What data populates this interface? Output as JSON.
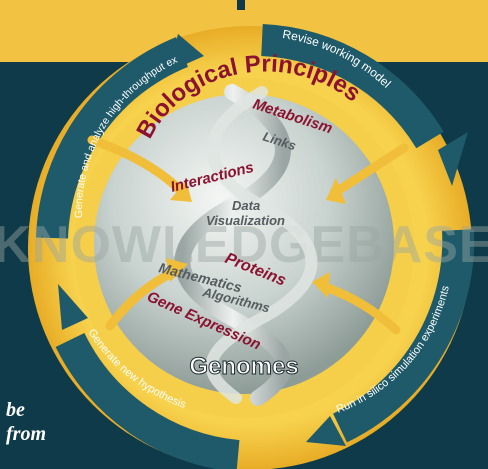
{
  "colors": {
    "background": "#0e3a4a",
    "top_band": "#f2c342",
    "ring_gold": "#f0be38",
    "ring_yellow": "#f7d24d",
    "arrow_teal": "#1f5a6a",
    "crimson": "#8b1230",
    "dark_gray": "#555b5e"
  },
  "cycle": {
    "top_right": "Revise working model",
    "left": "Generate and analyze high-throughput experimental data",
    "right": "Run in silico simulation experiments",
    "bottom_left": "Generate new hypothesis"
  },
  "sphere": {
    "arc_title": "Biological Principles",
    "watermark": "KNOWLEDGEBASE",
    "labels": {
      "metabolism": "Metabolism",
      "links": "Links",
      "interactions": "Interactions",
      "data": "Data",
      "visualization": "Visualization",
      "proteins": "Proteins",
      "mathematics": "Mathematics",
      "algorithms": "Algorithms",
      "gene_expression": "Gene Expression",
      "genomes": "Genomes"
    }
  },
  "side_text": {
    "line1": "be",
    "line2": "from"
  }
}
